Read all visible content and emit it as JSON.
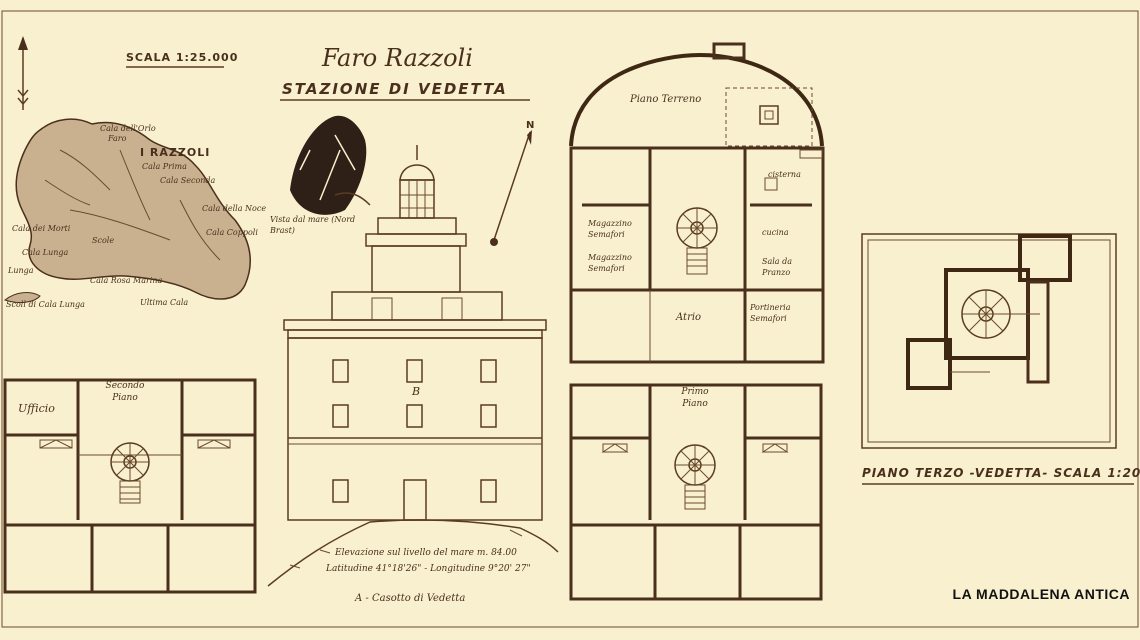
{
  "title": "Faro Razzoli",
  "subtitle": "STAZIONE DI VEDETTA",
  "map": {
    "scale_label": "SCALA 1:25.000",
    "island_name": "I RAZZOLI",
    "places": [
      "Cala dell'Orlo",
      "Faro",
      "Cala Prima",
      "Cala Seconda",
      "Cala dei Morti",
      "Cala della Noce",
      "Scole",
      "Cala Coppoli",
      "Cala Lunga",
      "Lunga",
      "Cala Rosa Marina",
      "Ultima Cala",
      "Scoll di Cala Lunga"
    ]
  },
  "north_label": "N",
  "sea_view_label": "Vista dal mare (Nord Brast)",
  "elevation": {
    "point_label": "B",
    "altitude": "Elevazione sul livello del mare m. 84.00",
    "coordinates": "Latitudine 41°18'26\" - Longitudine 9°20' 27\"",
    "caption": "A - Casotto di Vedetta"
  },
  "plans": {
    "second_floor": {
      "title": "Secondo Piano",
      "room_office": "Ufficio"
    },
    "ground_floor": {
      "title": "Piano Terreno",
      "rooms": [
        "cisterna",
        "Magazzino Semafori",
        "Magazzino Semafori",
        "cucina",
        "Sala da Pranzo",
        "Atrio",
        "Portineria Semafori"
      ]
    },
    "first_floor": {
      "title": "Primo Piano"
    },
    "third_floor": {
      "title": "PIANO TERZO -VEDETTA- SCALA 1:200"
    }
  },
  "credit": "LA MADDALENA ANTICA",
  "colors": {
    "paper": "#f8f0cf",
    "ink": "#4a301c"
  }
}
